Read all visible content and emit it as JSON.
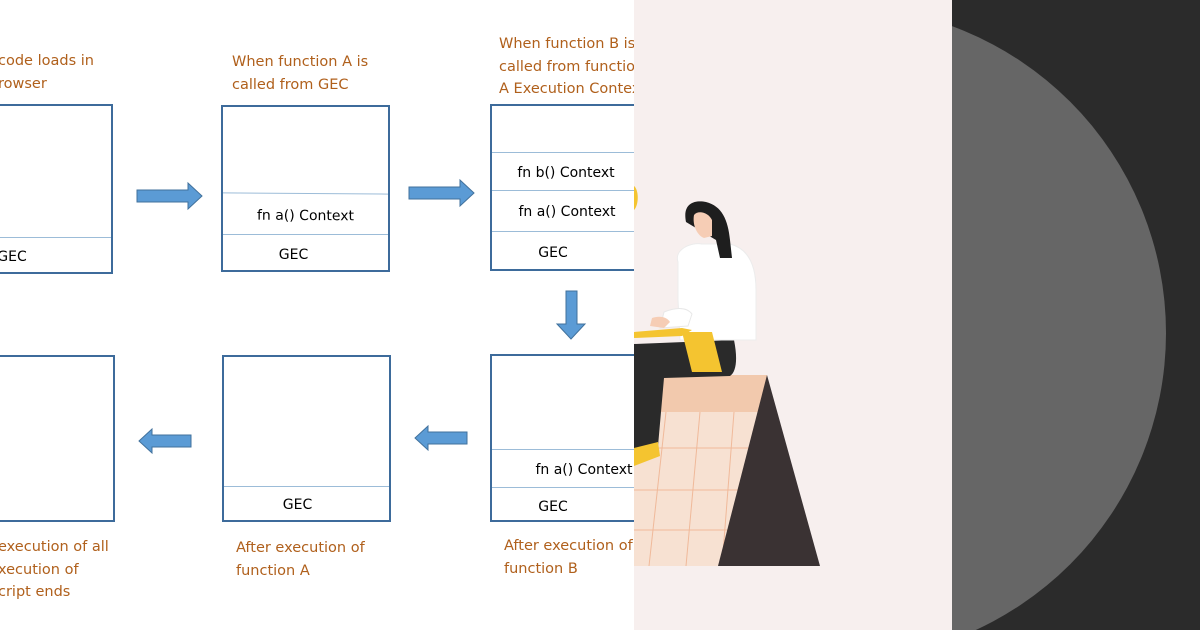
{
  "captions": {
    "c1": "code loads in\nrowser",
    "c2": "When function A is\ncalled from GEC",
    "c3": "When function B is\ncalled from functio\nA Execution Contex",
    "c4": "execution of all\nxecution of\ncript ends",
    "c5": "After execution of\nfunction A",
    "c6": "After execution of\nfunction B"
  },
  "stacks": {
    "s1": {
      "gec": "GEC"
    },
    "s2": {
      "fn_a": "fn a() Context",
      "gec": "GEC"
    },
    "s3": {
      "fn_b": "fn b() Context",
      "fn_a": "fn a() Context",
      "gec": "GEC"
    },
    "s5": {
      "gec": "GEC"
    },
    "s6": {
      "fn_a": "fn a() Context",
      "gec": "GEC"
    }
  },
  "colors": {
    "caption": "#b0601c",
    "box_border": "#3d6b9b",
    "arrow": "#5b9bd5",
    "illustration_bg": "#f7efee",
    "dark_panel": "#2b2b2b",
    "circle": "#666666"
  }
}
